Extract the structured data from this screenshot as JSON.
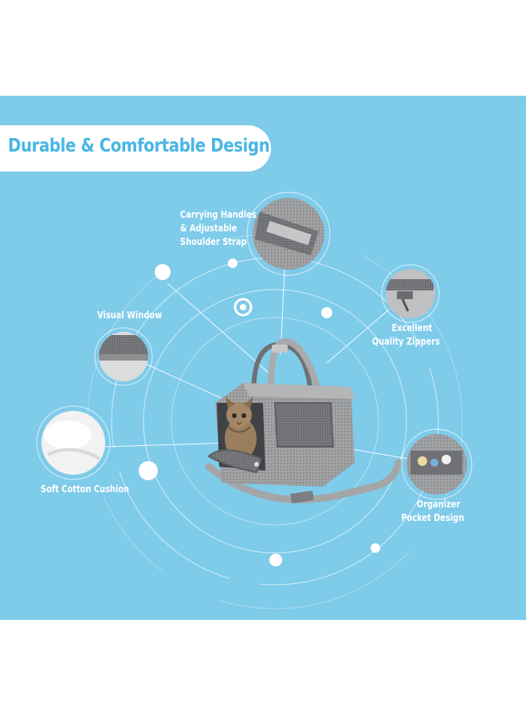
{
  "title": "Durable & Comfortable Design",
  "features": {
    "carrying_handles": [
      "Carrying Handles",
      "& Adjustable",
      "Shoulder Strap"
    ],
    "visual_window": [
      "Visual Window"
    ],
    "quality_zippers": [
      "Excellent",
      "Quality Zippers"
    ],
    "soft_cushion": [
      "Soft Cotton Cushion"
    ],
    "organizer_pocket": [
      "Organizer",
      "Pocket Design"
    ]
  },
  "colors": {
    "background": "#7ecbea",
    "title_text": "#49b6e3",
    "label_text": "#ffffff",
    "product_gray": "#9a9b9d"
  }
}
